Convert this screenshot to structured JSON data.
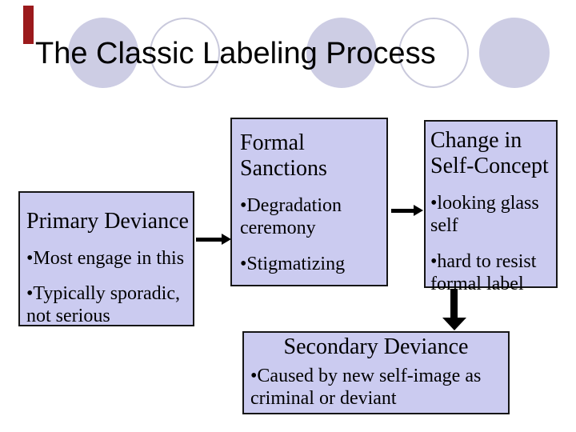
{
  "slide": {
    "title": "The Classic Labeling Process",
    "colors": {
      "background": "#ffffff",
      "accent_bar": "#9b1a1c",
      "box_fill": "#cbcbf0",
      "box_border": "#161616",
      "circle_fill": "#cdcde4",
      "circle_outline": "#c9c9dc",
      "arrow": "#000000",
      "text": "#000000"
    }
  },
  "boxes": {
    "primary": {
      "title": "Primary Deviance",
      "bullets": [
        "•Most engage in this",
        "•Typically sporadic, not serious"
      ]
    },
    "formal": {
      "title": "Formal Sanctions",
      "bullets": [
        "•Degradation ceremony",
        "•Stigmatizing"
      ]
    },
    "change": {
      "title": "Change in Self-Concept",
      "bullets": [
        "•looking glass self",
        "•hard to resist formal label"
      ]
    },
    "secondary": {
      "title": "Secondary Deviance",
      "bullets": [
        "•Caused by new self-image as criminal or deviant"
      ]
    }
  },
  "arrows": [
    {
      "from": "Primary Deviance",
      "to": "Formal Sanctions",
      "direction": "right"
    },
    {
      "from": "Formal Sanctions",
      "to": "Change in Self-Concept",
      "direction": "right"
    },
    {
      "from": "Change in Self-Concept",
      "to": "Secondary Deviance",
      "direction": "down"
    }
  ]
}
